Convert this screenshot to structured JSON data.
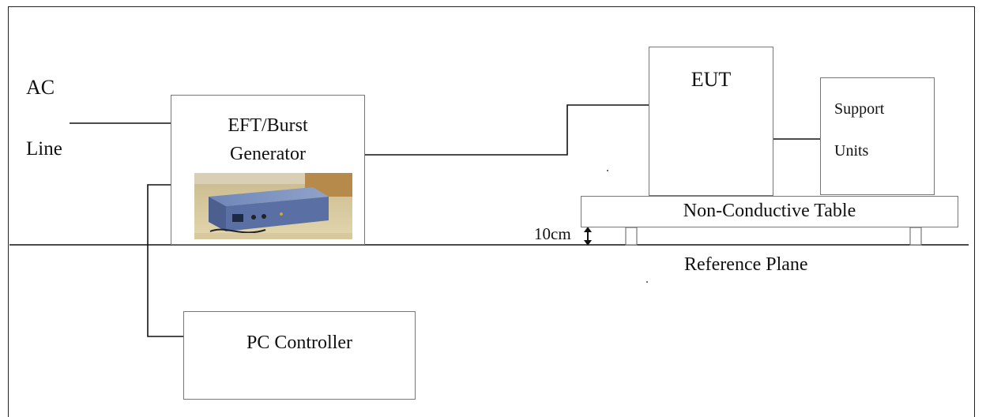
{
  "ac_line": {
    "label_top": "AC",
    "label_bottom": "Line"
  },
  "generator": {
    "line1": "EFT/Burst",
    "line2": "Generator"
  },
  "eut": {
    "label": "EUT"
  },
  "support_units": {
    "line1": "Support",
    "line2": "Units"
  },
  "table": {
    "label": "Non-Conductive Table"
  },
  "height_marker": {
    "label": "10cm"
  },
  "reference_plane": {
    "label": "Reference Plane"
  },
  "pc_controller": {
    "label": "PC Controller"
  },
  "colors": {
    "line": "#111111",
    "box_border": "#777777",
    "device_body": "#5a6fa3"
  },
  "icons": {
    "generator_photo": "burst-generator-device-photo",
    "height_arrow": "double-arrow-icon"
  }
}
